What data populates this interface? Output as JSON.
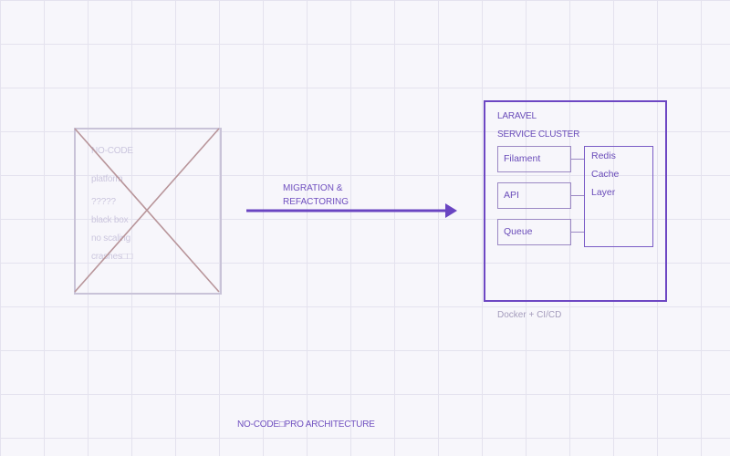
{
  "legacy": {
    "lines": [
      "NO-CODE",
      "platform",
      "?????",
      "black box",
      "no scaling",
      "crashes□□"
    ],
    "crossed_out": true,
    "colors": {
      "border": "#c9c3d8",
      "cross": "#b8959a",
      "text": "#cbc6de"
    }
  },
  "transition": {
    "label_line1": "MIGRATION &",
    "label_line2": "REFACTORING",
    "color": "#6a45c2"
  },
  "cluster": {
    "title_line1": "LARAVEL",
    "title_line2": "SERVICE CLUSTER",
    "services": [
      "Filament",
      "API",
      "Queue"
    ],
    "cache": {
      "lines": [
        "Redis",
        "Cache",
        "Layer"
      ]
    },
    "deployment": "Docker + CI/CD",
    "colors": {
      "border": "#6d47c3",
      "service_border": "#9b88c4",
      "text": "#6a4cb9"
    }
  },
  "footer": {
    "title": "NO-CODE□PRO ARCHITECTURE"
  },
  "grid": {
    "size": 48,
    "line_color": "#e4e2ee",
    "background": "#f7f6fb"
  }
}
